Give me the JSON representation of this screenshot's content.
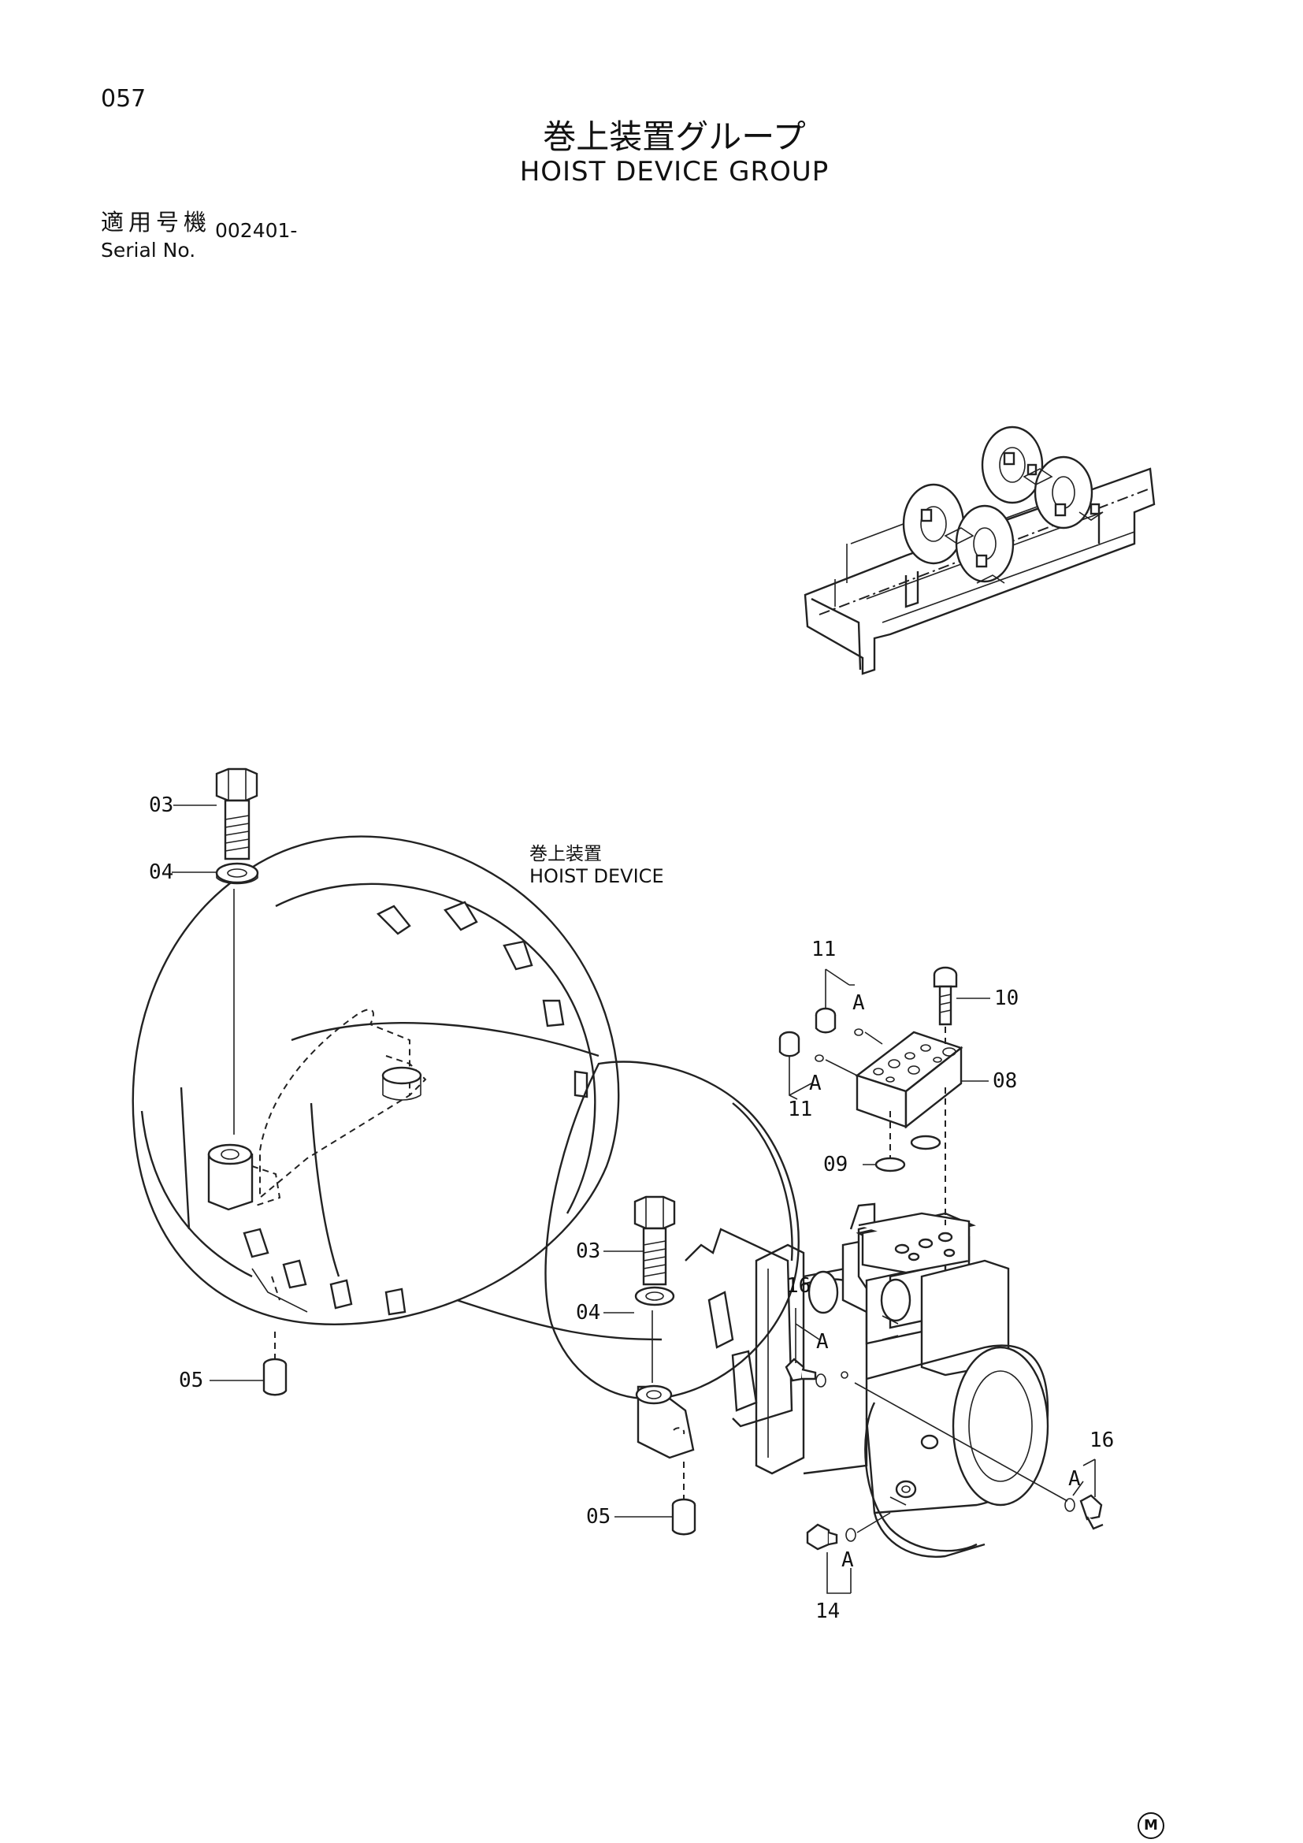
{
  "page": {
    "number": "057"
  },
  "title": {
    "jp": "巻上装置グループ",
    "en": "HOIST DEVICE GROUP"
  },
  "serial": {
    "label_jp": "適用号機",
    "label_en": "Serial No.",
    "value": "002401-"
  },
  "assembly_label": {
    "jp": "巻上装置",
    "en": "HOIST DEVICE"
  },
  "callouts": {
    "c03a": "03",
    "c04a": "04",
    "c05a": "05",
    "c03b": "03",
    "c04b": "04",
    "c05b": "05",
    "c11a": "11",
    "c11b": "11",
    "c10": "10",
    "c08": "08",
    "c09": "09",
    "c16a": "16",
    "c16b": "16",
    "c14": "14"
  },
  "section_marks": {
    "a1": "A",
    "a2": "A",
    "a3": "A",
    "a4": "A",
    "a5": "A"
  },
  "footer_mark": "M"
}
